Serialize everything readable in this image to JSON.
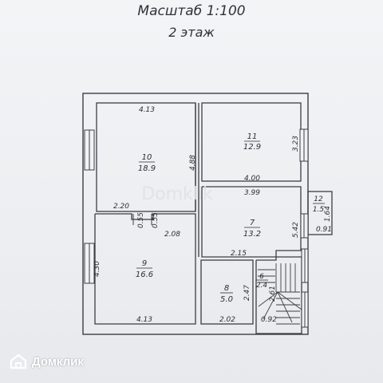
{
  "header": {
    "scale": "Масштаб 1:100",
    "floor": "2 этаж"
  },
  "rooms": {
    "r10": {
      "number": "10",
      "area": "18.9"
    },
    "r11": {
      "number": "11",
      "area": "12.9"
    },
    "r7": {
      "number": "7",
      "area": "13.2"
    },
    "r9": {
      "number": "9",
      "area": "16.6"
    },
    "r8": {
      "number": "8",
      "area": "5.0"
    },
    "r6": {
      "number": "6",
      "area": "2.4"
    },
    "r12": {
      "number": "12",
      "area": "1.5"
    }
  },
  "dimensions": {
    "d_413_top": "4.13",
    "d_488": "4.88",
    "d_323": "3.23",
    "d_400": "4.00",
    "d_399": "3.99",
    "d_220": "2.20",
    "d_055a": "0.55",
    "d_055b": "0.55",
    "d_208": "2.08",
    "d_542": "5.42",
    "d_164": "1.64",
    "d_091": "0.91",
    "d_430": "4.30",
    "d_215": "2.15",
    "d_247": "2.47",
    "d_261": "2.61",
    "d_413_bottom": "4.13",
    "d_202": "2.02",
    "d_092": "0.92"
  },
  "watermark": {
    "text": "Домклик",
    "faint": "Domklik"
  },
  "colors": {
    "wall_line": "#3a3f45",
    "paper": "#eef0f3",
    "watermark": "#ffffff"
  }
}
